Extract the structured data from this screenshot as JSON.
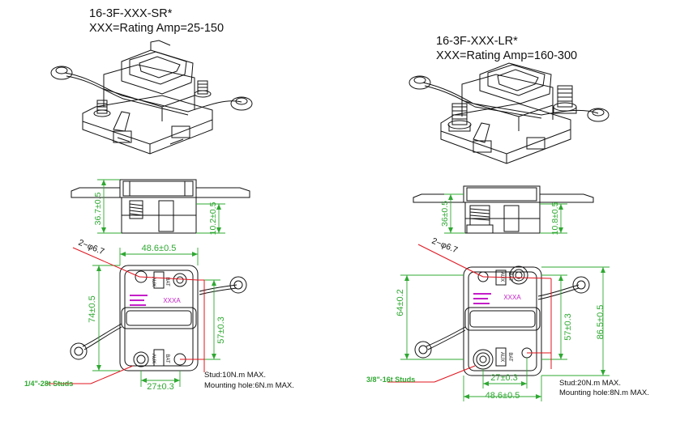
{
  "left": {
    "model": "16-3F-XXX-SR*",
    "rating": "XXX=Rating Amp=25-150",
    "side_dim_height": "36.7±0.5",
    "side_dim_stud": "10.2±0.5",
    "holes": "2−φ6.7",
    "width_top": "48.6±0.5",
    "height_left": "74±0.5",
    "height_right": "57±0.3",
    "width_bottom": "27±0.3",
    "stud_callout": "1/4\"-28t Studs",
    "torque_stud": "Stud:10N.m MAX.",
    "torque_mount": "Mounting hole:6N.m MAX."
  },
  "right": {
    "model": "16-3F-XXX-LR*",
    "rating": "XXX=Rating Amp=160-300",
    "side_dim_height": "36±0.5",
    "side_dim_stud": "10.8±0.5",
    "holes": "2−φ6.7",
    "height_left": "64±0.2",
    "height_inner": "57±0.3",
    "height_right": "86.5±0.5",
    "width_mid": "27±0.3",
    "width_bottom": "48.6±0.5",
    "stud_callout": "3/8\"-16t Studs",
    "torque_stud": "Stud:20N.m MAX.",
    "torque_mount": "Mounting hole:8N.m MAX."
  },
  "label_text": {
    "face_label": "XXXA",
    "aux_label": "AUX",
    "bat_label": "BAT"
  },
  "colors": {
    "outline": "#111111",
    "dimension": "#2fa832",
    "callout": "#e0141e",
    "label": "#c41ec8"
  }
}
